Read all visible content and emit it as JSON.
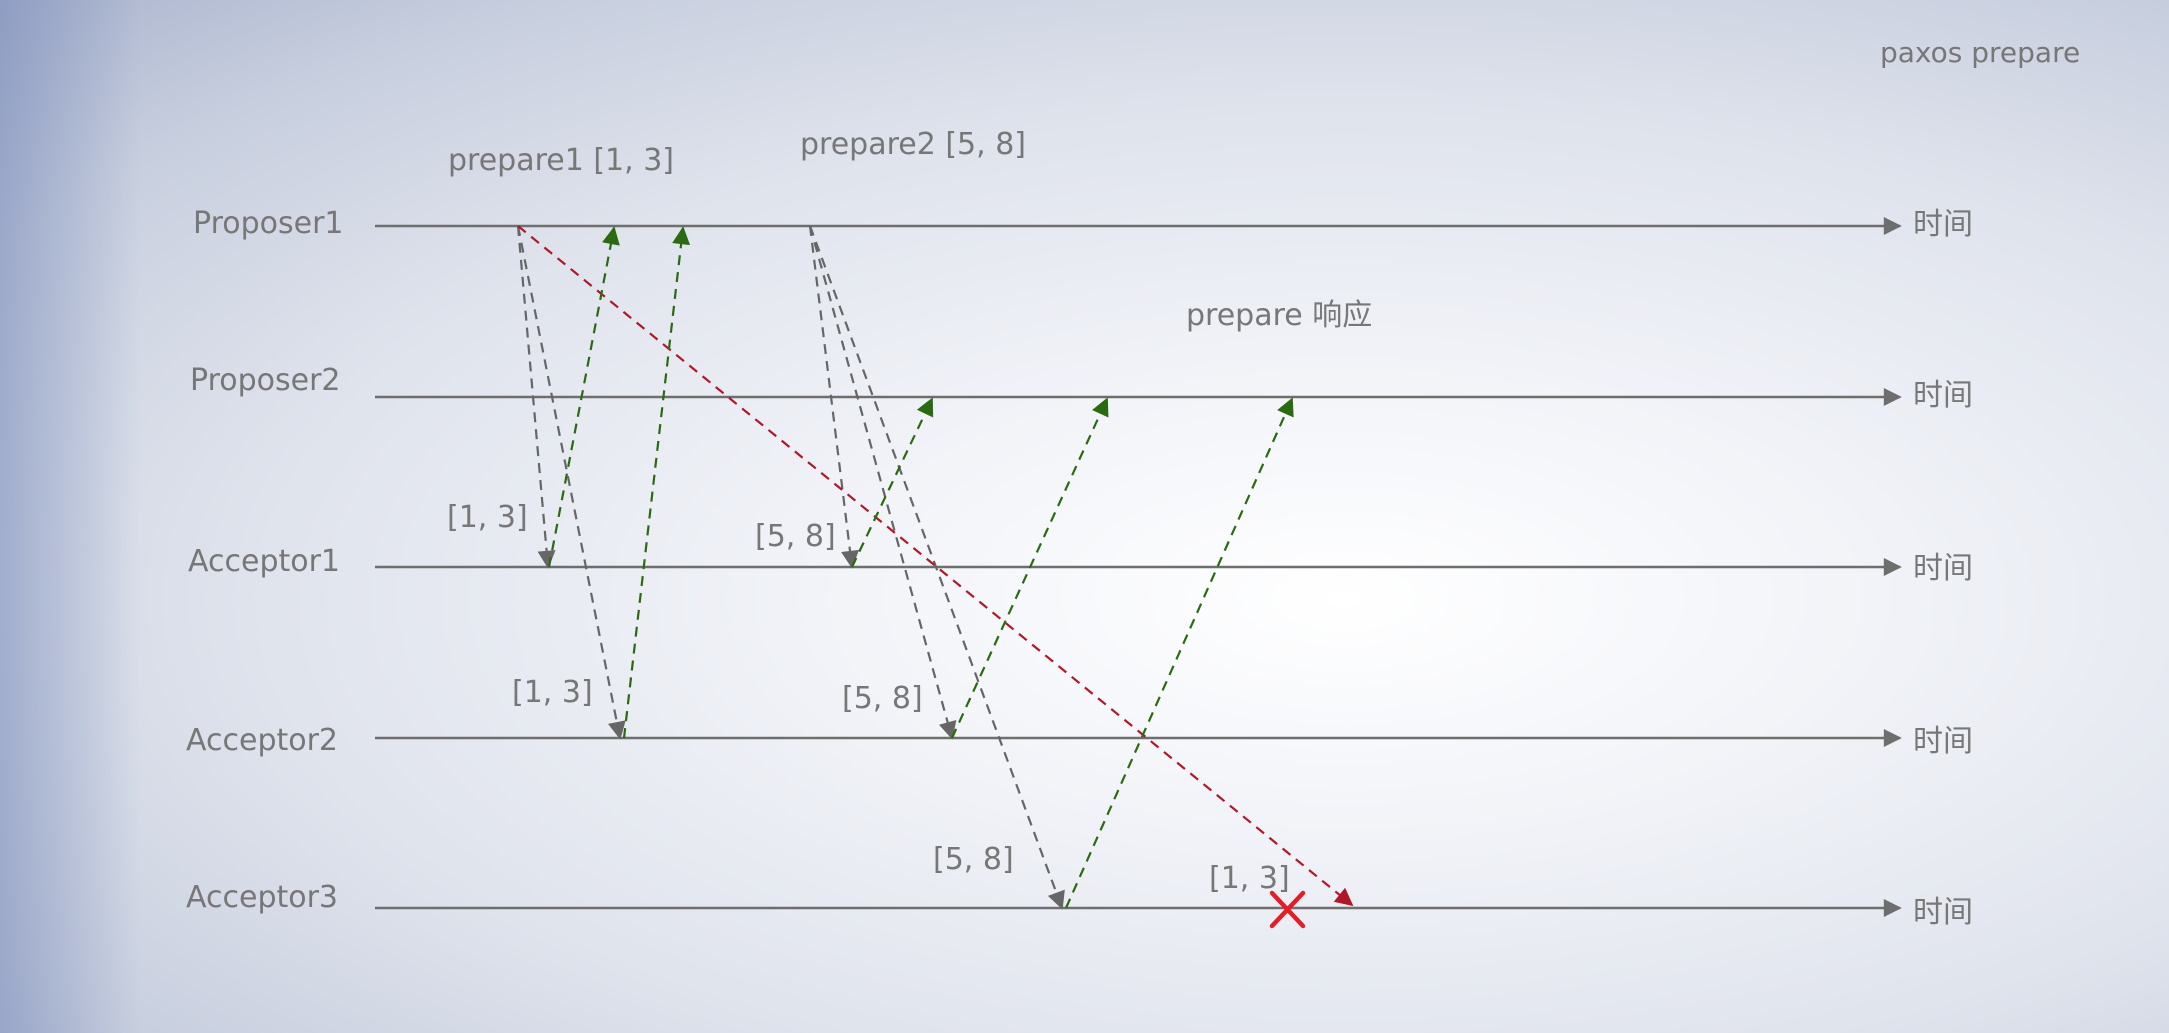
{
  "title": "paxos prepare",
  "timeline_end_label": "时间",
  "actors": [
    {
      "id": "proposer1",
      "name": "Proposer1"
    },
    {
      "id": "proposer2",
      "name": "Proposer2"
    },
    {
      "id": "acceptor1",
      "name": "Acceptor1"
    },
    {
      "id": "acceptor2",
      "name": "Acceptor2"
    },
    {
      "id": "acceptor3",
      "name": "Acceptor3"
    }
  ],
  "annotations": {
    "prepare1": "prepare1 [1, 3]",
    "prepare2": "prepare2 [5, 8]",
    "prepare_response": "prepare 响应"
  },
  "message_labels": {
    "acceptor1_p1": "[1, 3]",
    "acceptor1_p2": "[5, 8]",
    "acceptor2_p1": "[1, 3]",
    "acceptor2_p2": "[5, 8]",
    "acceptor3_p2": "[5, 8]",
    "acceptor3_p1": "[1, 3]"
  },
  "colors": {
    "timeline": "#6e6e6e",
    "request": "#666666",
    "response": "#2a6a10",
    "delayed": "#b01828",
    "rejected": "#e41e26"
  }
}
